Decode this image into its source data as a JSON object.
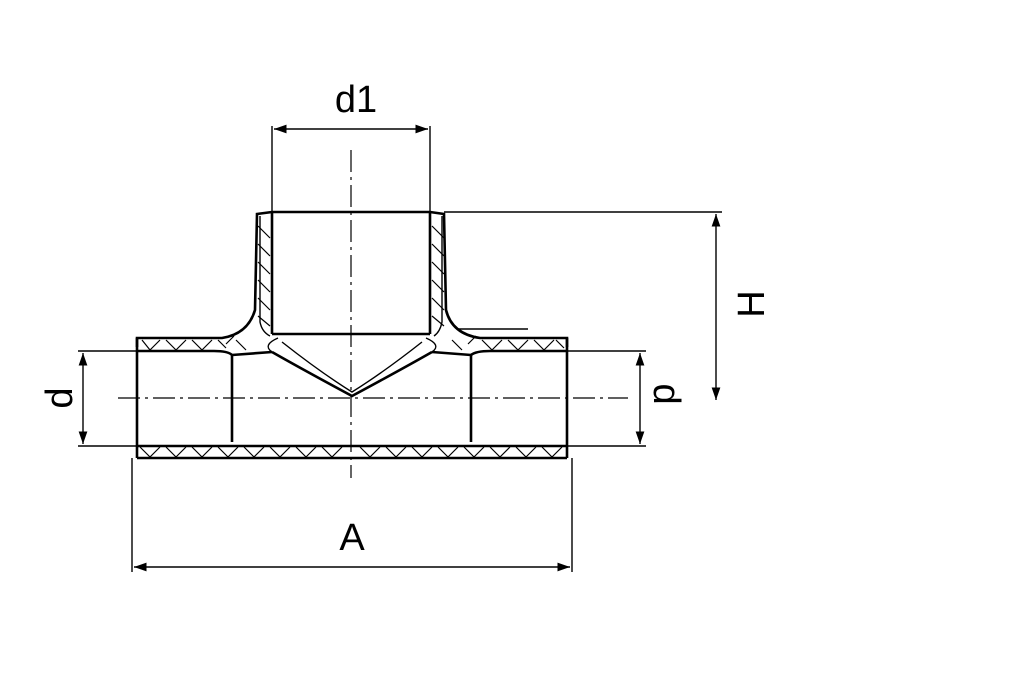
{
  "diagram": {
    "labels": {
      "d1": "d1",
      "H": "H",
      "d_left": "d",
      "d_right": "d",
      "A": "A"
    },
    "colors": {
      "line": "#000000",
      "background": "#ffffff"
    }
  }
}
